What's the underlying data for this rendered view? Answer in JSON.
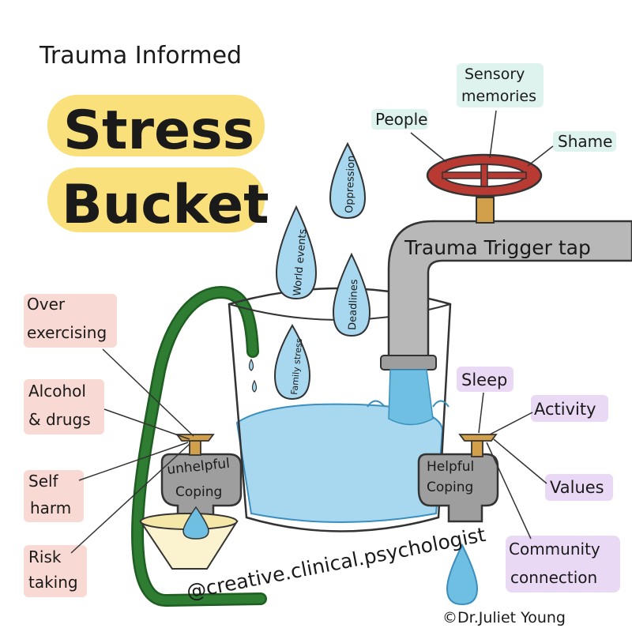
{
  "header": {
    "subtitle": "Trauma Informed",
    "title_line1": "Stress",
    "title_line2": "Bucket"
  },
  "colors": {
    "water": "#a7d8ef",
    "water_dark": "#6fbfe3",
    "hose": "#2e7d32",
    "pipe": "#b8b8b8",
    "wheel": "#b83a32",
    "tap_brass": "#d2a04a",
    "title_highlight": "#f9e07a",
    "label_pink": "#f8d9d3",
    "label_purple": "#ead9f4",
    "label_mint": "#dff3ee",
    "funnel": "#fbf3cf"
  },
  "drops": [
    {
      "text": "Oppression"
    },
    {
      "text": "World events"
    },
    {
      "text": "Deadlines"
    },
    {
      "text": "Family stress"
    }
  ],
  "trigger_tap": {
    "label": "Trauma Trigger tap",
    "valve_labels": [
      "People",
      "Sensory memories",
      "Shame"
    ]
  },
  "unhelpful": {
    "tap_label_1": "unhelpful",
    "tap_label_2": "Coping",
    "items": [
      "Over exercising",
      "Alcohol & drugs",
      "Self harm",
      "Risk taking"
    ]
  },
  "helpful": {
    "tap_label_1": "Helpful",
    "tap_label_2": "Coping",
    "items": [
      "Sleep",
      "Activity",
      "Values",
      "Community connection"
    ]
  },
  "watermark": "@creative.clinical.psychologist",
  "copyright": "©Dr.Juliet Young"
}
